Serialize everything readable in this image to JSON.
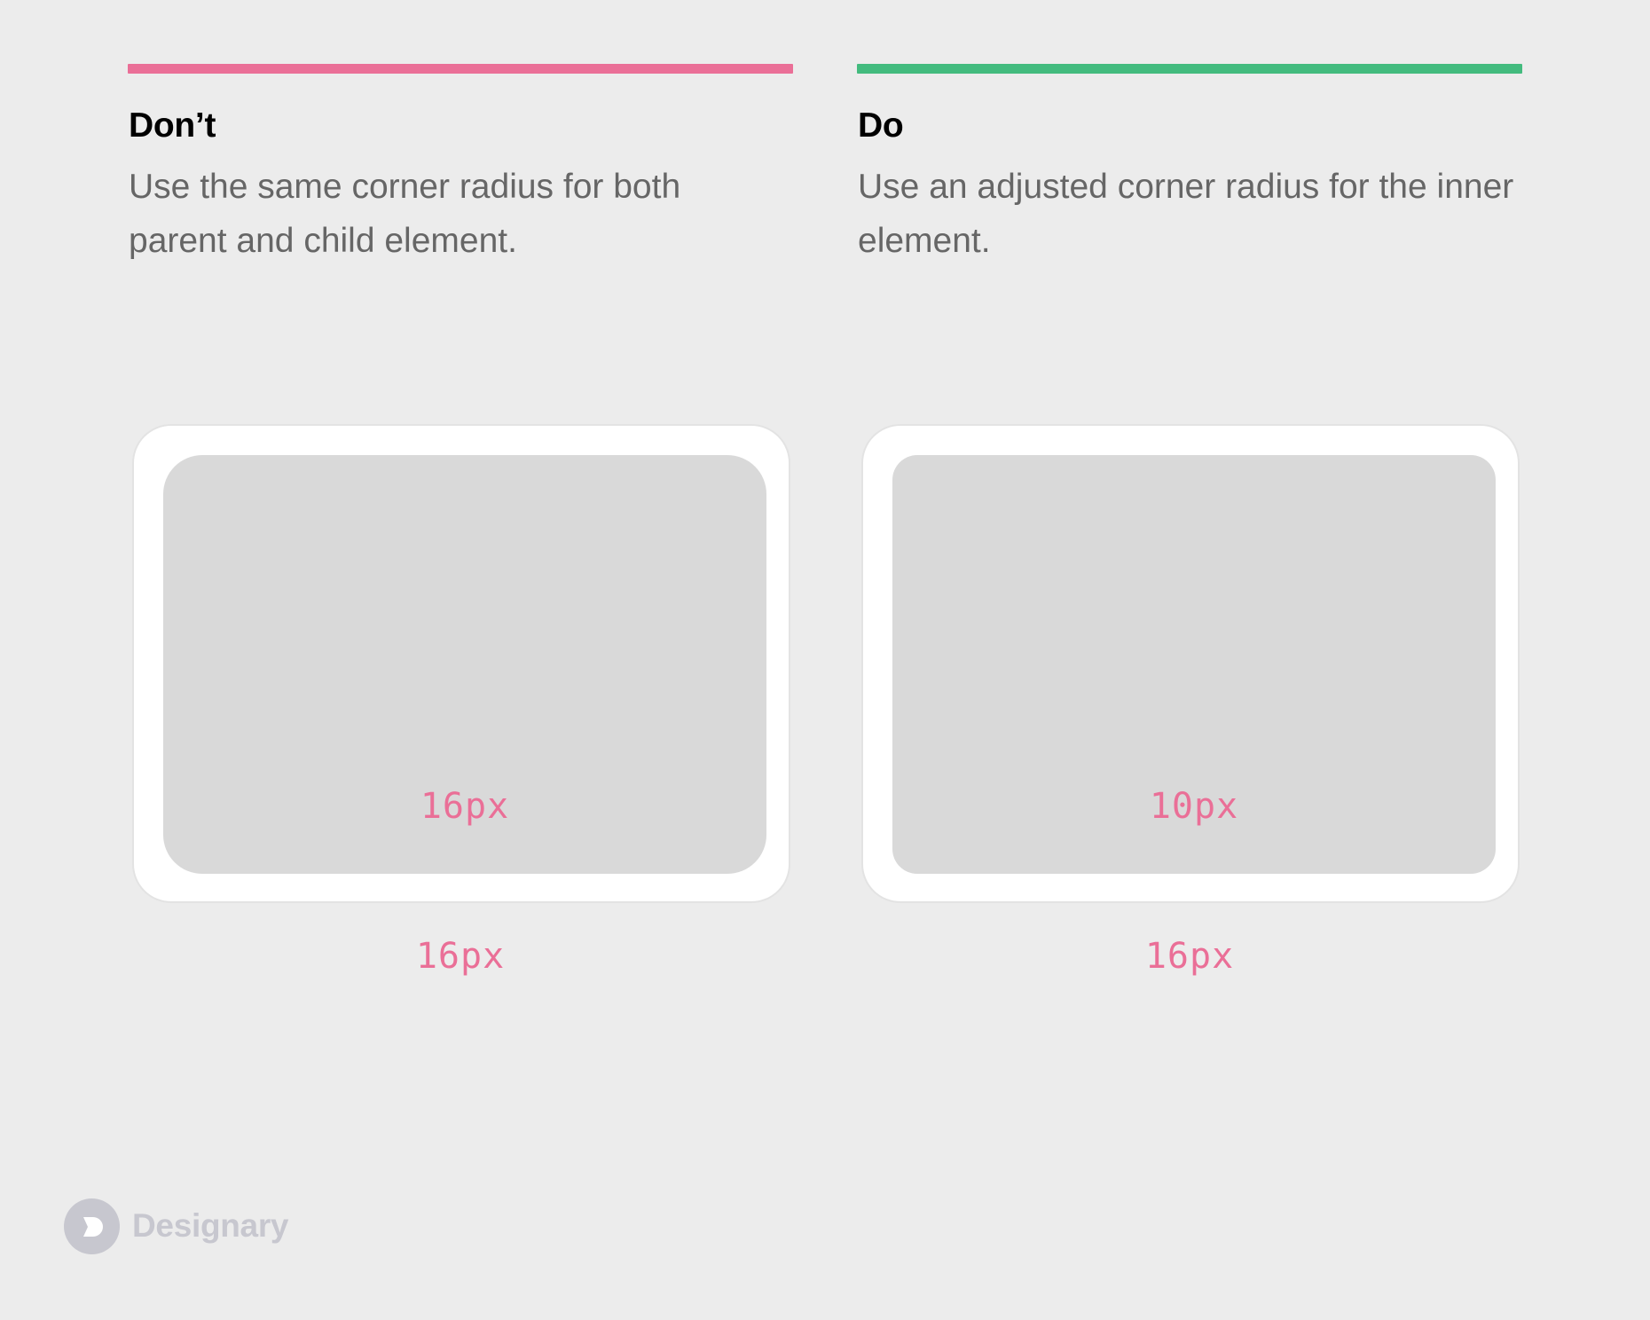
{
  "dont": {
    "heading": "Don’t",
    "description": "Use the same corner radius for both parent and child element.",
    "inner_radius_label": "16px",
    "outer_radius_label": "16px",
    "accent_color": "#ea6f97"
  },
  "do": {
    "heading": "Do",
    "description": "Use an adjusted corner radius for the inner element.",
    "inner_radius_label": "10px",
    "outer_radius_label": "16px",
    "accent_color": "#43bb7e"
  },
  "label_color": "#ea6f97",
  "brand": {
    "name": "Designary",
    "logo_icon": "designary-logo-icon",
    "color": "#c7c7cf"
  }
}
